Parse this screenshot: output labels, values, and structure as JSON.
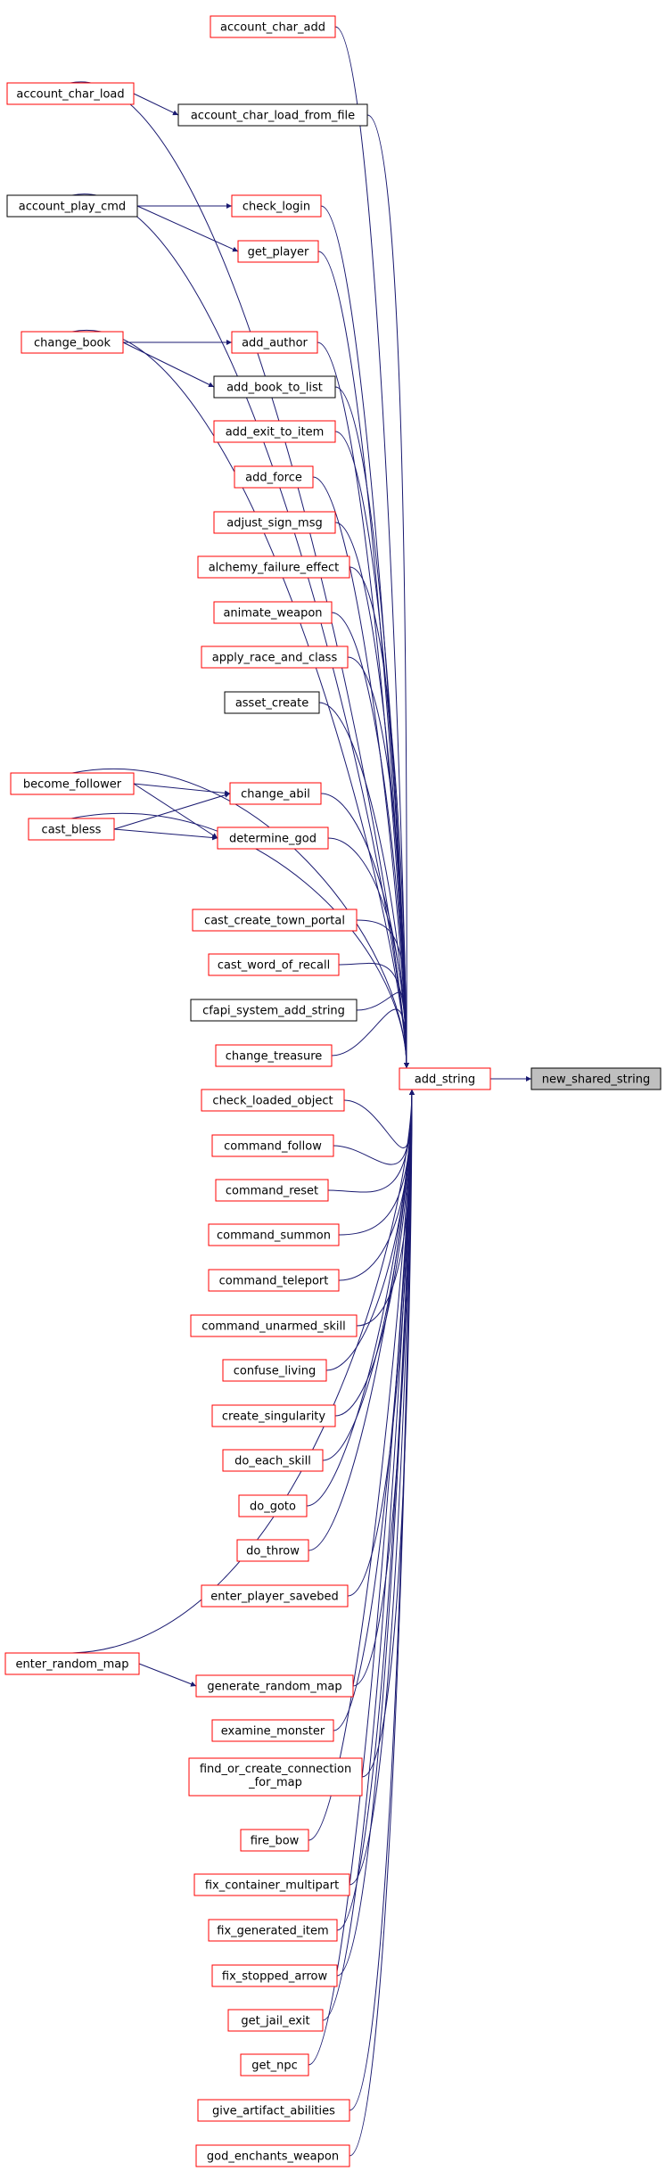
{
  "colors": {
    "edge": "#191970",
    "border_default": "#ff0000",
    "border_alt": "#000000",
    "target_fill": "#bfbfbf"
  },
  "nodes": [
    {
      "id": "account_char_add",
      "label": "account_char_add",
      "style": "red"
    },
    {
      "id": "account_char_load",
      "label": "account_char_load",
      "style": "red"
    },
    {
      "id": "account_char_load_from_file",
      "label": "account_char_load_from_file",
      "style": "black"
    },
    {
      "id": "account_play_cmd",
      "label": "account_play_cmd",
      "style": "black"
    },
    {
      "id": "check_login",
      "label": "check_login",
      "style": "red"
    },
    {
      "id": "get_player",
      "label": "get_player",
      "style": "red"
    },
    {
      "id": "change_book",
      "label": "change_book",
      "style": "red"
    },
    {
      "id": "add_author",
      "label": "add_author",
      "style": "red"
    },
    {
      "id": "add_book_to_list",
      "label": "add_book_to_list",
      "style": "black"
    },
    {
      "id": "add_exit_to_item",
      "label": "add_exit_to_item",
      "style": "red"
    },
    {
      "id": "add_force",
      "label": "add_force",
      "style": "red"
    },
    {
      "id": "adjust_sign_msg",
      "label": "adjust_sign_msg",
      "style": "red"
    },
    {
      "id": "alchemy_failure_effect",
      "label": "alchemy_failure_effect",
      "style": "red"
    },
    {
      "id": "animate_weapon",
      "label": "animate_weapon",
      "style": "red"
    },
    {
      "id": "apply_race_and_class",
      "label": "apply_race_and_class",
      "style": "red"
    },
    {
      "id": "asset_create",
      "label": "asset_create",
      "style": "black"
    },
    {
      "id": "become_follower",
      "label": "become_follower",
      "style": "red"
    },
    {
      "id": "change_abil",
      "label": "change_abil",
      "style": "red"
    },
    {
      "id": "cast_bless",
      "label": "cast_bless",
      "style": "red"
    },
    {
      "id": "determine_god",
      "label": "determine_god",
      "style": "red"
    },
    {
      "id": "cast_create_town_portal",
      "label": "cast_create_town_portal",
      "style": "red"
    },
    {
      "id": "cast_word_of_recall",
      "label": "cast_word_of_recall",
      "style": "red"
    },
    {
      "id": "cfapi_system_add_string",
      "label": "cfapi_system_add_string",
      "style": "black"
    },
    {
      "id": "change_treasure",
      "label": "change_treasure",
      "style": "red"
    },
    {
      "id": "add_string",
      "label": "add_string",
      "style": "red"
    },
    {
      "id": "new_shared_string",
      "label": "new_shared_string",
      "style": "target"
    },
    {
      "id": "check_loaded_object",
      "label": "check_loaded_object",
      "style": "red"
    },
    {
      "id": "command_follow",
      "label": "command_follow",
      "style": "red"
    },
    {
      "id": "command_reset",
      "label": "command_reset",
      "style": "red"
    },
    {
      "id": "command_summon",
      "label": "command_summon",
      "style": "red"
    },
    {
      "id": "command_teleport",
      "label": "command_teleport",
      "style": "red"
    },
    {
      "id": "command_unarmed_skill",
      "label": "command_unarmed_skill",
      "style": "red"
    },
    {
      "id": "confuse_living",
      "label": "confuse_living",
      "style": "red"
    },
    {
      "id": "create_singularity",
      "label": "create_singularity",
      "style": "red"
    },
    {
      "id": "do_each_skill",
      "label": "do_each_skill",
      "style": "red"
    },
    {
      "id": "do_goto",
      "label": "do_goto",
      "style": "red"
    },
    {
      "id": "do_throw",
      "label": "do_throw",
      "style": "red"
    },
    {
      "id": "enter_player_savebed",
      "label": "enter_player_savebed",
      "style": "red"
    },
    {
      "id": "enter_random_map",
      "label": "enter_random_map",
      "style": "red"
    },
    {
      "id": "generate_random_map",
      "label": "generate_random_map",
      "style": "red"
    },
    {
      "id": "examine_monster",
      "label": "examine_monster",
      "style": "red"
    },
    {
      "id": "find_or_create_connection_for_map",
      "label": "find_or_create_connection\n_for_map",
      "style": "red"
    },
    {
      "id": "fire_bow",
      "label": "fire_bow",
      "style": "red"
    },
    {
      "id": "fix_container_multipart",
      "label": "fix_container_multipart",
      "style": "red"
    },
    {
      "id": "fix_generated_item",
      "label": "fix_generated_item",
      "style": "red"
    },
    {
      "id": "fix_stopped_arrow",
      "label": "fix_stopped_arrow",
      "style": "red"
    },
    {
      "id": "get_jail_exit",
      "label": "get_jail_exit",
      "style": "red"
    },
    {
      "id": "get_npc",
      "label": "get_npc",
      "style": "red"
    },
    {
      "id": "give_artifact_abilities",
      "label": "give_artifact_abilities",
      "style": "red"
    },
    {
      "id": "god_enchants_weapon",
      "label": "god_enchants_weapon",
      "style": "red"
    }
  ],
  "edges": [
    {
      "from": "add_string",
      "to": "new_shared_string"
    },
    {
      "from": "account_char_add",
      "to": "add_string"
    },
    {
      "from": "account_char_load",
      "to": "add_string"
    },
    {
      "from": "account_char_load",
      "to": "account_char_load_from_file"
    },
    {
      "from": "account_char_load_from_file",
      "to": "add_string"
    },
    {
      "from": "account_play_cmd",
      "to": "add_string"
    },
    {
      "from": "account_play_cmd",
      "to": "check_login"
    },
    {
      "from": "account_play_cmd",
      "to": "get_player"
    },
    {
      "from": "check_login",
      "to": "add_string"
    },
    {
      "from": "get_player",
      "to": "add_string"
    },
    {
      "from": "change_book",
      "to": "add_string"
    },
    {
      "from": "change_book",
      "to": "add_author"
    },
    {
      "from": "change_book",
      "to": "add_book_to_list"
    },
    {
      "from": "add_author",
      "to": "add_string"
    },
    {
      "from": "add_book_to_list",
      "to": "add_string"
    },
    {
      "from": "add_exit_to_item",
      "to": "add_string"
    },
    {
      "from": "add_force",
      "to": "add_string"
    },
    {
      "from": "adjust_sign_msg",
      "to": "add_string"
    },
    {
      "from": "alchemy_failure_effect",
      "to": "add_string"
    },
    {
      "from": "animate_weapon",
      "to": "add_string"
    },
    {
      "from": "apply_race_and_class",
      "to": "add_string"
    },
    {
      "from": "asset_create",
      "to": "add_string"
    },
    {
      "from": "become_follower",
      "to": "add_string"
    },
    {
      "from": "become_follower",
      "to": "change_abil"
    },
    {
      "from": "become_follower",
      "to": "determine_god"
    },
    {
      "from": "cast_bless",
      "to": "change_abil"
    },
    {
      "from": "cast_bless",
      "to": "determine_god"
    },
    {
      "from": "cast_bless",
      "to": "add_string"
    },
    {
      "from": "change_abil",
      "to": "add_string"
    },
    {
      "from": "determine_god",
      "to": "add_string"
    },
    {
      "from": "cast_create_town_portal",
      "to": "add_string"
    },
    {
      "from": "cast_word_of_recall",
      "to": "add_string"
    },
    {
      "from": "cfapi_system_add_string",
      "to": "add_string"
    },
    {
      "from": "change_treasure",
      "to": "add_string"
    },
    {
      "from": "check_loaded_object",
      "to": "add_string"
    },
    {
      "from": "command_follow",
      "to": "add_string"
    },
    {
      "from": "command_reset",
      "to": "add_string"
    },
    {
      "from": "command_summon",
      "to": "add_string"
    },
    {
      "from": "command_teleport",
      "to": "add_string"
    },
    {
      "from": "command_unarmed_skill",
      "to": "add_string"
    },
    {
      "from": "confuse_living",
      "to": "add_string"
    },
    {
      "from": "create_singularity",
      "to": "add_string"
    },
    {
      "from": "do_each_skill",
      "to": "add_string"
    },
    {
      "from": "do_goto",
      "to": "add_string"
    },
    {
      "from": "do_throw",
      "to": "add_string"
    },
    {
      "from": "enter_player_savebed",
      "to": "add_string"
    },
    {
      "from": "enter_random_map",
      "to": "add_string"
    },
    {
      "from": "enter_random_map",
      "to": "generate_random_map"
    },
    {
      "from": "generate_random_map",
      "to": "add_string"
    },
    {
      "from": "examine_monster",
      "to": "add_string"
    },
    {
      "from": "find_or_create_connection_for_map",
      "to": "add_string"
    },
    {
      "from": "fire_bow",
      "to": "add_string"
    },
    {
      "from": "fix_container_multipart",
      "to": "add_string"
    },
    {
      "from": "fix_generated_item",
      "to": "add_string"
    },
    {
      "from": "fix_stopped_arrow",
      "to": "add_string"
    },
    {
      "from": "get_jail_exit",
      "to": "add_string"
    },
    {
      "from": "get_npc",
      "to": "add_string"
    },
    {
      "from": "give_artifact_abilities",
      "to": "add_string"
    },
    {
      "from": "god_enchants_weapon",
      "to": "add_string"
    }
  ]
}
